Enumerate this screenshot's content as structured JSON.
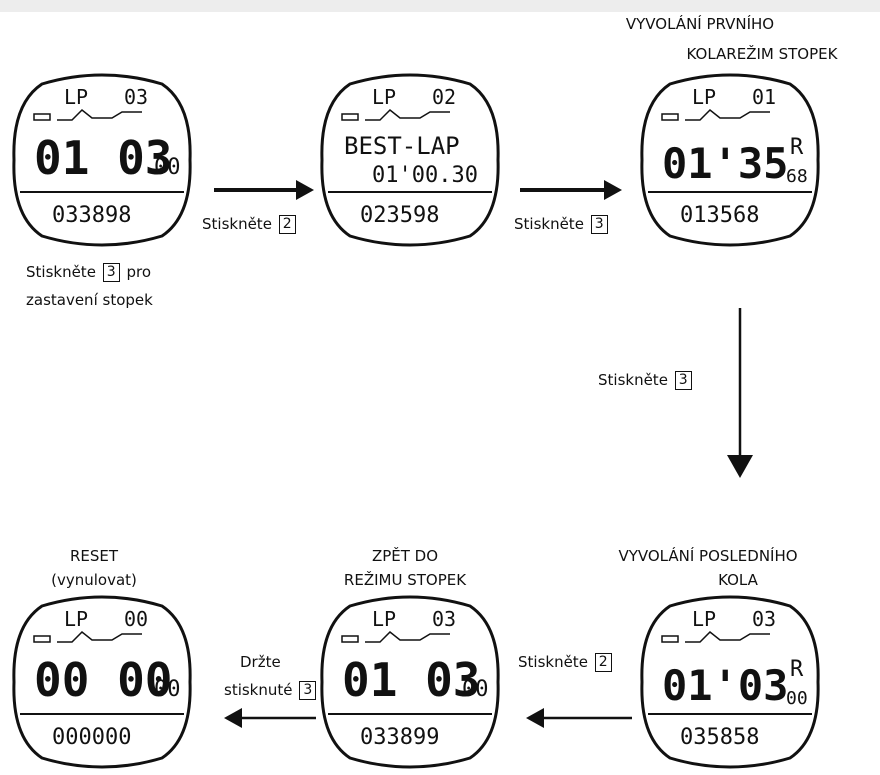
{
  "colors": {
    "ink": "#111111",
    "background": "#ffffff"
  },
  "titles": {
    "first_lap_line1": "VYVOLÁNÍ PRVNÍHO",
    "first_lap_line2": "KOLAREŽIM STOPEK",
    "reset_line1": "RESET",
    "reset_line2": "(vynulovat)",
    "back_line1": "ZPĚT DO",
    "back_line2": "REŽIMU STOPEK",
    "last_lap_line1": "VYVOLÁNÍ POSLEDNÍHO",
    "last_lap_line2": "KOLA"
  },
  "steps": {
    "stop_press": "Stiskněte",
    "stop_key": "3",
    "stop_pro": "pro",
    "stop_line2": "zastavení stopek",
    "press1": "Stiskněte",
    "key1": "2",
    "press2": "Stiskněte",
    "key2": "3",
    "press3": "Stiskněte",
    "key3": "3",
    "press4": "Stiskněte",
    "key4": "2",
    "hold_line1": "Držte",
    "hold_line2": "stisknuté",
    "hold_key": "3"
  },
  "watches": {
    "w1": {
      "lp": "LP",
      "lap": "03",
      "main": "01 03",
      "small": "00",
      "r": "",
      "line": "",
      "bottom": "033898"
    },
    "w2": {
      "lp": "LP",
      "lap": "02",
      "main": "",
      "small": "",
      "r": "",
      "line": "BEST-LAP",
      "line2": "01'00.30",
      "bottom": "023598"
    },
    "w3": {
      "lp": "LP",
      "lap": "01",
      "main": "01'35",
      "small": "68",
      "r": "R",
      "line": "",
      "bottom": "013568"
    },
    "w4": {
      "lp": "LP",
      "lap": "00",
      "main": "00 00",
      "small": "00",
      "r": "",
      "line": "",
      "bottom": "000000"
    },
    "w5": {
      "lp": "LP",
      "lap": "03",
      "main": "01 03",
      "small": "00",
      "r": "",
      "line": "",
      "bottom": "033899"
    },
    "w6": {
      "lp": "LP",
      "lap": "03",
      "main": "01'03",
      "small": "00",
      "r": "R",
      "line": "",
      "bottom": "035858"
    }
  }
}
